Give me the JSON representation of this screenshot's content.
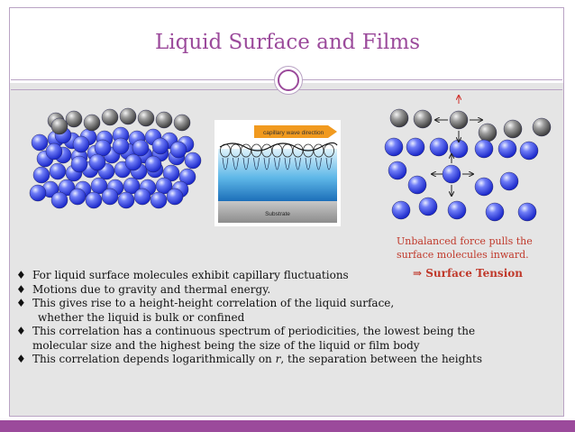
{
  "title": "Liquid Surface and Films",
  "figure": {
    "banner": "capillary wave direction",
    "substrate": "Substrate"
  },
  "annotation": {
    "line1": "Unbalanced force pulls the",
    "line2": "surface molecules inward.",
    "arrow": "⇒",
    "result": "Surface Tension"
  },
  "bullets": [
    {
      "mark": "",
      "line1": "For liquid surface molecules exhibit capillary fluctuations"
    },
    {
      "mark": "",
      "line1": "Motions due to gravity and thermal energy."
    },
    {
      "mark": "",
      "line1": "This gives rise to a height-height correlation of the liquid surface,",
      "line2": "whether the liquid is bulk or confined"
    },
    {
      "mark": "",
      "line1": "This correlation has a continuous spectrum of periodicities, the lowest being the",
      "line2": "molecular size and the highest being the size of the liquid or film body"
    },
    {
      "mark": "",
      "line1pre": "This correlation depends logarithmically on ",
      "var": "r",
      "line1post": ", the separation between the heights"
    }
  ],
  "colors": {
    "accent": "#9b4a9b",
    "molecule_blue": "#2b3fe0",
    "molecule_gray": "#6a6a6a",
    "annotation_red": "#c0392b"
  }
}
